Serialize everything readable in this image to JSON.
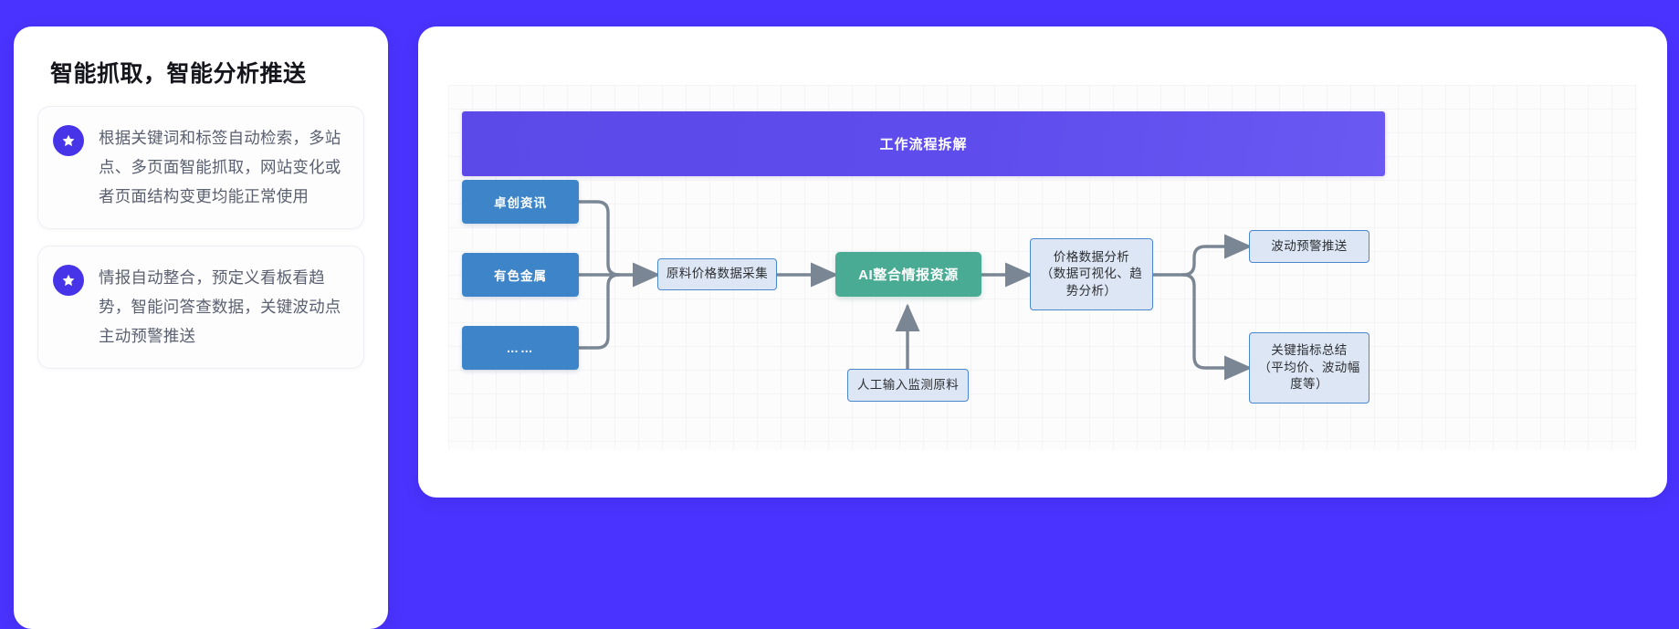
{
  "theme": {
    "page_background": "#4a33fe",
    "card_background": "#ffffff",
    "badge_color": "#4733e8",
    "banner_gradient_from": "#5b49e8",
    "banner_gradient_to": "#6a59f2",
    "source_node_color": "#3d85c8",
    "ai_node_color": "#49ab93",
    "plain_node_fill": "#dce6f4",
    "plain_node_border": "#4a87cc",
    "connector_color": "#7a8693"
  },
  "left_panel": {
    "title": "智能抓取，智能分析推送",
    "features": [
      {
        "icon": "star-badge-icon",
        "text": "根据关键词和标签自动检索，多站点、多页面智能抓取，网站变化或者页面结构变更均能正常使用"
      },
      {
        "icon": "star-badge-icon",
        "text": "情报自动整合，预定义看板看趋势，智能问答查数据，关键波动点主动预警推送"
      }
    ]
  },
  "flow_panel": {
    "banner_title": "工作流程拆解",
    "nodes": {
      "source_1": "卓创资讯",
      "source_2": "有色金属",
      "source_3": "……",
      "collect": "原料价格数据采集",
      "ai": "AI整合情报资源",
      "manual_input": "人工输入监测原料",
      "analysis_line1": "价格数据分析",
      "analysis_line2": "（数据可视化、趋",
      "analysis_line3": "势分析）",
      "output_alert": "波动预警推送",
      "output_summary_line1": "关键指标总结",
      "output_summary_line2": "（平均价、波动幅",
      "output_summary_line3": "度等）"
    }
  }
}
